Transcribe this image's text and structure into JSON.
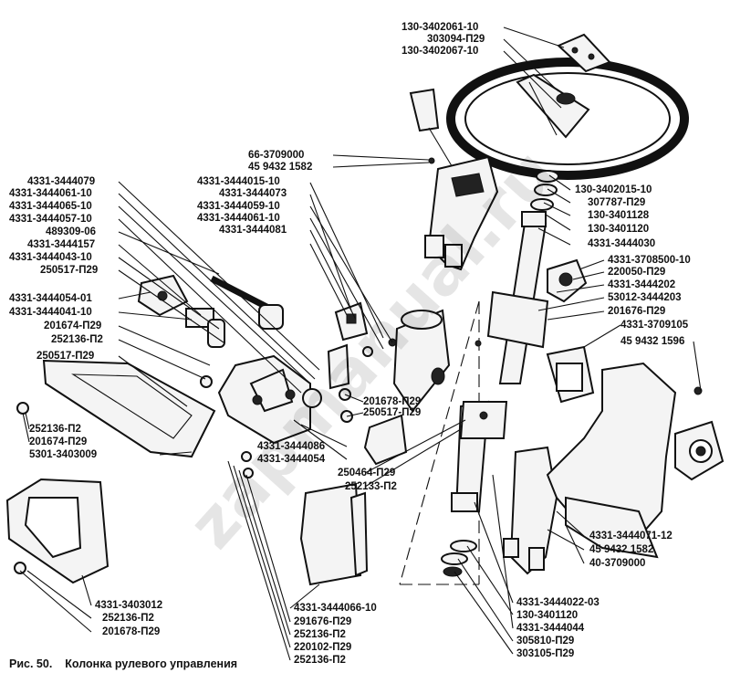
{
  "figure": {
    "number": "Рис. 50.",
    "title": "Колонка рулевого управления",
    "watermark": "zapmanual.ru"
  },
  "labels": {
    "l01": "130-3402061-10",
    "l02": "303094-П29",
    "l03": "130-3402067-10",
    "l04": "66-3709000",
    "l05": "45 9432 1582",
    "l06": "4331-3444079",
    "l07": "4331-3444015-10",
    "l08": "4331-3444061-10",
    "l09": "4331-3444073",
    "l10": "4331-3444065-10",
    "l11": "4331-3444059-10",
    "l12": "4331-3444057-10",
    "l13": "4331-3444061-10",
    "l14": "489309-06",
    "l15": "4331-3444081",
    "l16": "4331-3444157",
    "l17": "4331-3444043-10",
    "l18": "250517-П29",
    "l19": "130-3402015-10",
    "l20": "307787-П29",
    "l21": "130-3401128",
    "l22": "130-3401120",
    "l23": "4331-3444030",
    "l24": "4331-3708500-10",
    "l25": "220050-П29",
    "l26": "4331-3444202",
    "l27": "53012-3444203",
    "l28": "201676-П29",
    "l29": "4331-3709105",
    "l30": "45 9432 1596",
    "l31": "4331-3444054-01",
    "l32": "4331-3444041-10",
    "l33": "201674-П29",
    "l34": "252136-П2",
    "l35": "250517-П29",
    "l36": "201678-П29",
    "l37": "250517-П29",
    "l38": "252136-П2",
    "l39": "201674-П29",
    "l40": "5301-3403009",
    "l41": "4331-3444086",
    "l42": "4331-3444054",
    "l43": "250464-П29",
    "l44": "252133-П2",
    "l45": "4331-3444071-12",
    "l46": "45 9432 1582",
    "l47": "40-3709000",
    "l48": "4331-3444022-03",
    "l49": "130-3401120",
    "l50": "4331-3444044",
    "l51": "305810-П29",
    "l52": "303105-П29",
    "l53": "4331-3444066-10",
    "l54": "291676-П29",
    "l55": "252136-П2",
    "l56": "220102-П29",
    "l57": "252136-П2",
    "l58": "4331-3403012",
    "l59": "252136-П2",
    "l60": "201678-П29"
  }
}
